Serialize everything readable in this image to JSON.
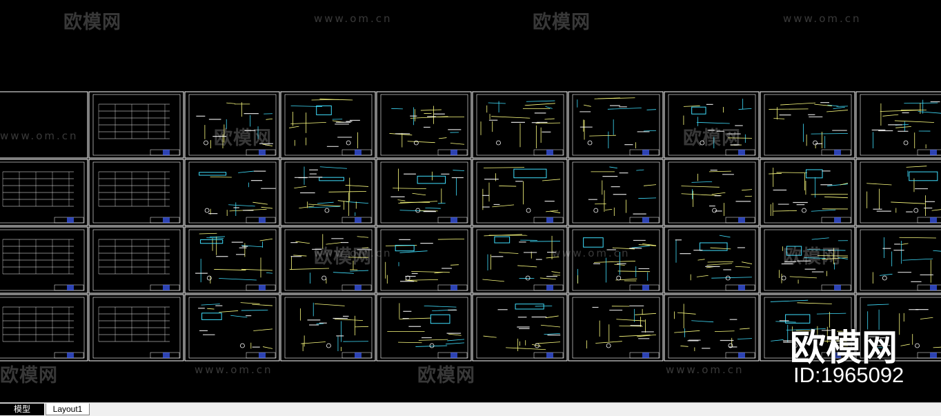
{
  "tabs": {
    "model": "模型",
    "layout1": "Layout1"
  },
  "watermark": {
    "logo_text": "欧模网",
    "url_text": "www.om.cn",
    "big_text": "欧模网",
    "id_text": "ID:1965092"
  },
  "sheets": {
    "rows": 4,
    "columns": 10,
    "leading_blank_cell": true
  },
  "colors": {
    "background": "#000000",
    "sheet_border": "#ffffff",
    "line_yellow": "#ffff80",
    "line_cyan": "#40e0ff",
    "line_white": "#ffffff",
    "tabbar": "#f0f0f0"
  }
}
